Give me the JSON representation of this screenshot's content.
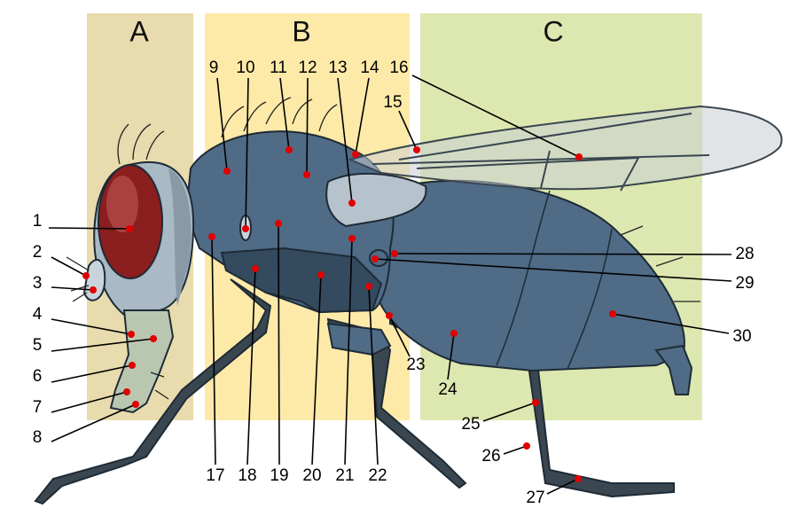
{
  "regions": [
    {
      "name": "A",
      "color": "#e8dbad"
    },
    {
      "name": "B",
      "color": "#feeaa8"
    },
    {
      "name": "C",
      "color": "#dde8b0"
    }
  ],
  "labels": [
    "1",
    "2",
    "3",
    "4",
    "5",
    "6",
    "7",
    "8",
    "9",
    "10",
    "11",
    "12",
    "13",
    "14",
    "15",
    "16",
    "17",
    "18",
    "19",
    "20",
    "21",
    "22",
    "23",
    "24",
    "25",
    "26",
    "27",
    "28",
    "29",
    "30"
  ],
  "colors": {
    "body": "#4f6b86",
    "body_dark": "#344a5e",
    "eye": "#8b1e1e",
    "wing": "#c9ced4",
    "head": "#a9b9c6",
    "marker": "#e00000"
  }
}
